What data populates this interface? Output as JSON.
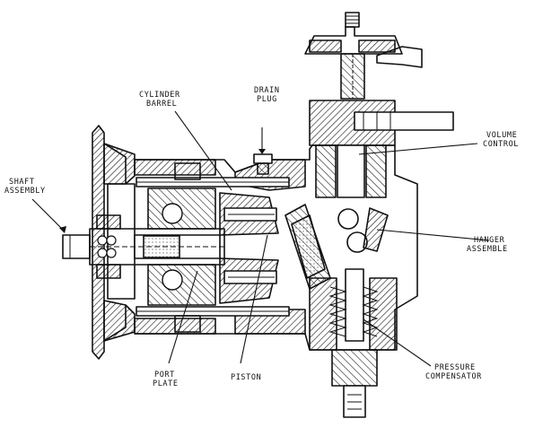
{
  "labels": {
    "cylinder_barrel": [
      "CYLINDER",
      "BARREL"
    ],
    "drain_plug": [
      "DRAIN",
      "PLUG"
    ],
    "volume_control": [
      "VOLUME",
      "CONTROL"
    ],
    "shaft_assembly": [
      "SHAFT",
      "ASSEMBLY"
    ],
    "hanger_assemble": [
      "HANGER",
      "ASSEMBLE"
    ],
    "port_plate": [
      "PORT",
      "PLATE"
    ],
    "piston": [
      "PISTON"
    ],
    "pressure_compensator": [
      "PRESSURE",
      "COMPENSATOR"
    ]
  },
  "colors": {
    "background": "#ffffff",
    "ink": "#111111",
    "hatch": "#111111"
  }
}
